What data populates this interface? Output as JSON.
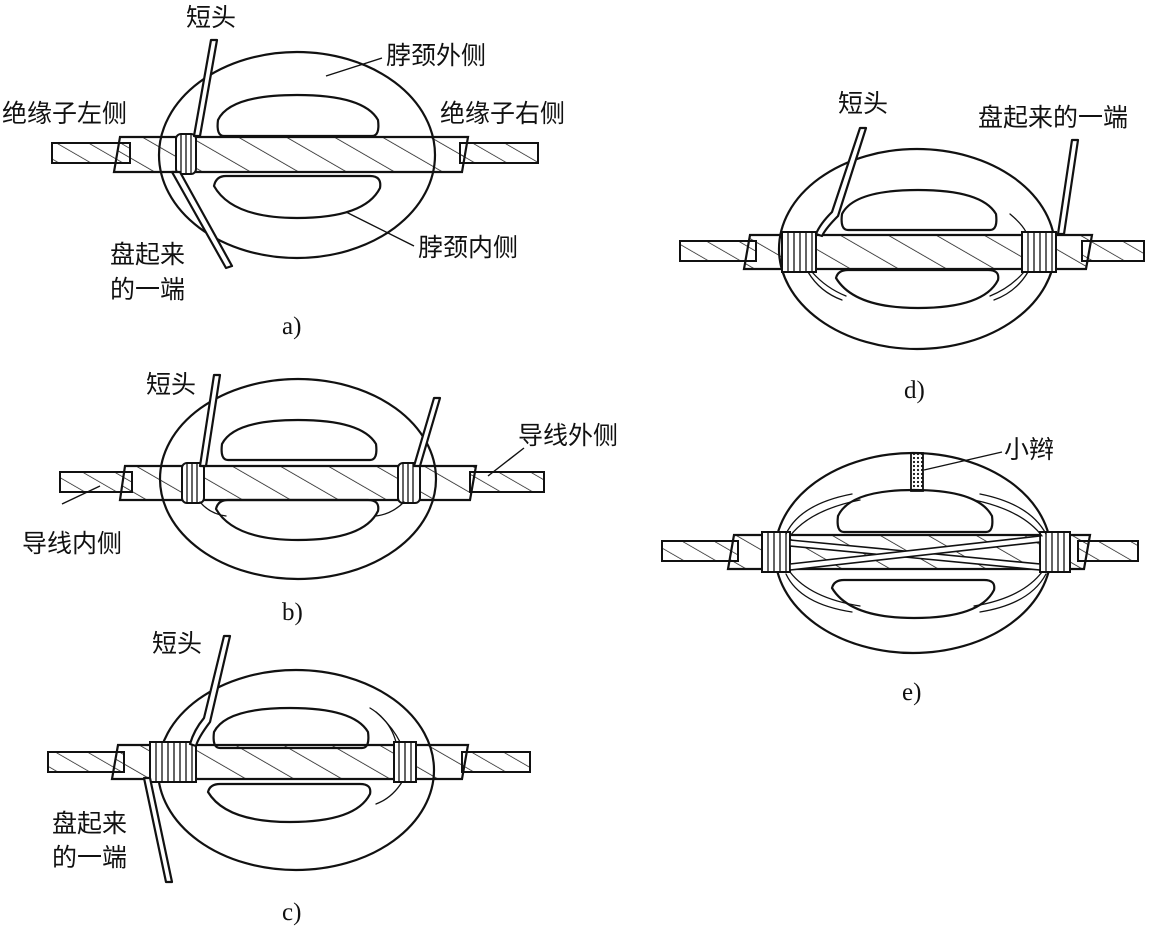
{
  "panels": {
    "a": {
      "caption": "a)",
      "labels": {
        "short_end": "短头",
        "neck_outer": "脖颈外侧",
        "insulator_left": "绝缘子左侧",
        "insulator_right": "绝缘子右侧",
        "coiled_end_line1": "盘起来",
        "coiled_end_line2": "的一端",
        "neck_inner": "脖颈内侧"
      }
    },
    "b": {
      "caption": "b)",
      "labels": {
        "short_end": "短头",
        "wire_outer": "导线外侧",
        "wire_inner": "导线内侧"
      }
    },
    "c": {
      "caption": "c)",
      "labels": {
        "short_end": "短头",
        "coiled_end_line1": "盘起来",
        "coiled_end_line2": "的一端"
      }
    },
    "d": {
      "caption": "d)",
      "labels": {
        "short_end": "短头",
        "coiled_end": "盘起来的一端"
      }
    },
    "e": {
      "caption": "e)",
      "labels": {
        "small_braid": "小辫"
      }
    }
  }
}
